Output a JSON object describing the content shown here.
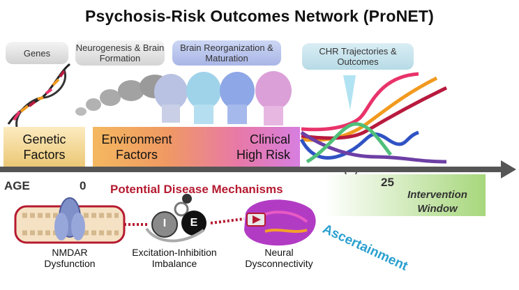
{
  "title": "Psychosis-Risk Outcomes Network (ProNET)",
  "stages": {
    "genes": "Genes",
    "neuro": "Neurogenesis & Brain Formation",
    "brain": "Brain Reorganization & Maturation",
    "chr": "CHR Trajectories & Outcomes"
  },
  "bands": {
    "genetic": "Genetic Factors",
    "environment": "Environment Factors",
    "clinical": "Clinical High Risk"
  },
  "axis": {
    "age": "AGE",
    "zero": "0",
    "twentyfive": "25"
  },
  "intervention_window": "Intervention Window",
  "ascertainment": "Ascertainment",
  "mechanisms": {
    "heading": "Potential Disease Mechanisms",
    "nmdar": "NMDAR Dysfunction",
    "ei": "Excitation-Inhibition Imbalance",
    "neural": "Neural Dysconnectivity",
    "ei_letters": [
      "I",
      "E"
    ]
  },
  "colors": {
    "title": "#111111",
    "mechanism_red": "#b51a30",
    "ascertainment_blue": "#2aa0cf",
    "intervention_green": "#a7d77c",
    "axis": "#555555"
  },
  "trajectory_colors": [
    "#e8336a",
    "#f19a1f",
    "#b81a3e",
    "#2f52c4",
    "#6d3fa5",
    "#4fbf7a"
  ]
}
